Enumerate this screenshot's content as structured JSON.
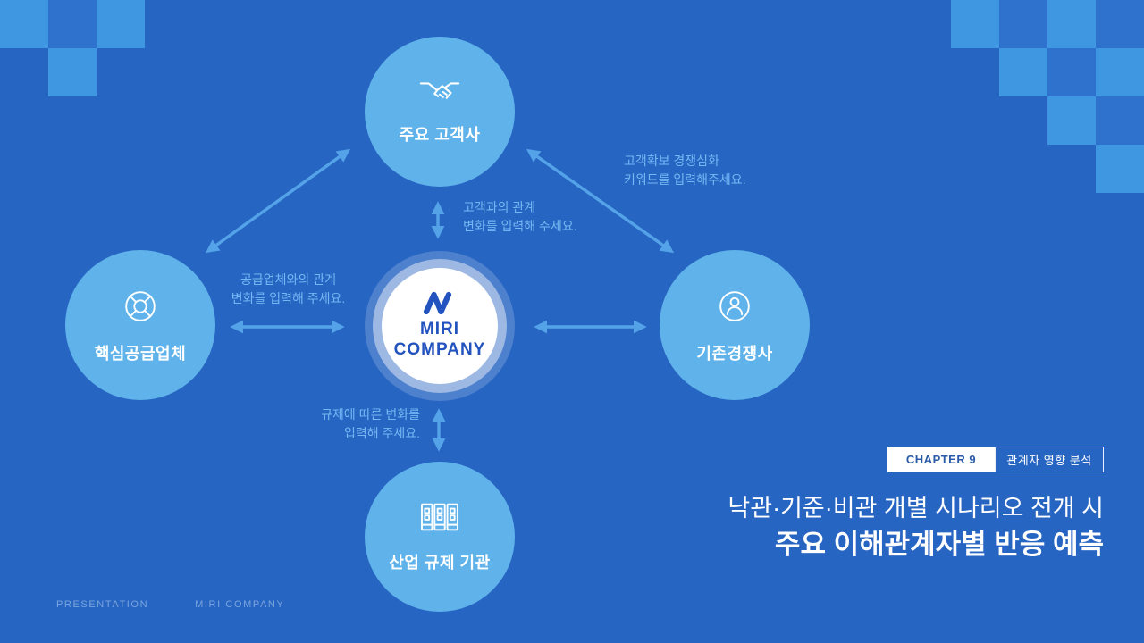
{
  "slide": {
    "chapter": {
      "number_label": "CHAPTER 9",
      "topic": "관계자 영향 분석"
    },
    "title": {
      "line1": "낙관·기준·비관 개별 시나리오 전개 시",
      "line2": "주요 이해관계자별 반응 예측"
    },
    "footer": {
      "left": "PRESENTATION",
      "right": "MIRI COMPANY"
    }
  },
  "diagram": {
    "center": {
      "name_line1": "MIRI",
      "name_line2": "COMPANY",
      "logo_icon": "miri-logo"
    },
    "nodes": [
      {
        "id": "customers",
        "label": "주요 고객사",
        "icon": "handshake-icon"
      },
      {
        "id": "suppliers",
        "label": "핵심공급업체",
        "icon": "wheel-icon"
      },
      {
        "id": "competitors",
        "label": "기존경쟁사",
        "icon": "person-icon"
      },
      {
        "id": "regulators",
        "label": "산업 규제 기관",
        "icon": "buildings-icon"
      }
    ],
    "hints": {
      "customer": "고객과의 관계\n변화를 입력해 주세요.",
      "competitor": "고객확보 경쟁심화\n키워드를 입력해주세요.",
      "supplier": "공급업체와의 관계\n변화를 입력해 주세요.",
      "regulator": "규제에 따른 변화를\n입력해 주세요."
    }
  },
  "colors": {
    "bg": "#2765C3",
    "square-light": "#3E97E0",
    "square-mid": "#2E72CE",
    "circle-fill": "#5FB3EA",
    "arrow": "#54A3E8",
    "hint-text": "#74B7F2",
    "accent-dark": "#2253BE",
    "badge-text": "#2B5AA9",
    "footer-text": "#8FB4E4"
  }
}
